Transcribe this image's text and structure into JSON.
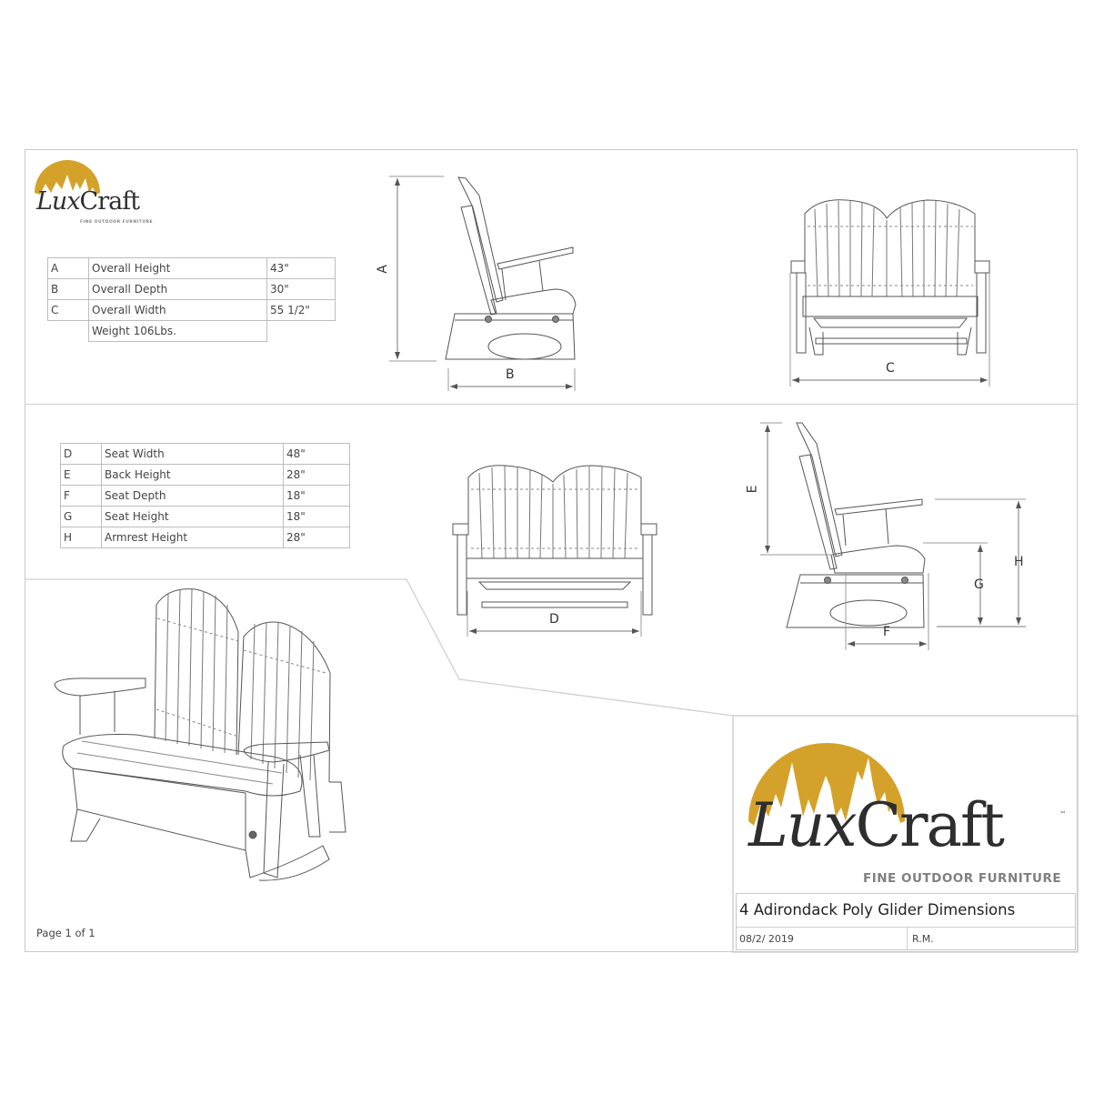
{
  "brand": {
    "name_part1": "Lux",
    "name_part2": "Craft",
    "trademark": "™",
    "tagline": "FINE OUTDOOR FURNITURE",
    "logo_color": "#d4a12a"
  },
  "overall_table": {
    "rows": [
      {
        "key": "A",
        "label": "Overall Height",
        "value": "43\""
      },
      {
        "key": "B",
        "label": "Overall Depth",
        "value": "30\""
      },
      {
        "key": "C",
        "label": "Overall Width",
        "value": "55 1/2\""
      }
    ],
    "weight": "Weight 106Lbs."
  },
  "detail_table": {
    "rows": [
      {
        "key": "D",
        "label": "Seat Width",
        "value": "48\""
      },
      {
        "key": "E",
        "label": "Back Height",
        "value": "28\""
      },
      {
        "key": "F",
        "label": "Seat Depth",
        "value": "18\""
      },
      {
        "key": "G",
        "label": "Seat Height",
        "value": "18\""
      },
      {
        "key": "H",
        "label": "Armrest Height",
        "value": "28\""
      }
    ]
  },
  "dimension_labels": {
    "a": "A",
    "b": "B",
    "c": "C",
    "d": "D",
    "e": "E",
    "f": "F",
    "g": "G",
    "h": "H"
  },
  "views": {
    "side_overall": "side-view-overall",
    "front_overall": "front-view-overall",
    "front_seat": "front-view-seat",
    "side_detail": "side-view-detail",
    "perspective": "perspective-view"
  },
  "title_block": {
    "title": "4 Adirondack Poly Glider Dimensions",
    "date": "08/2/ 2019",
    "author": "R.M."
  },
  "footer": {
    "page": "Page 1 of 1"
  }
}
